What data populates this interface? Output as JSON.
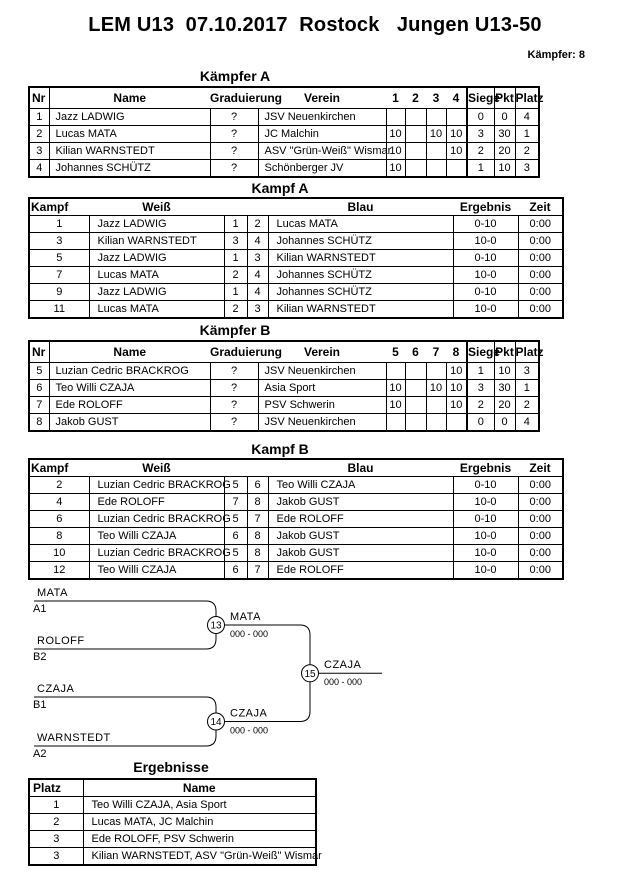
{
  "header": {
    "title": "LEM U13  07.10.2017  Rostock   Jungen U13-50",
    "fighter_count": "Kämpfer: 8"
  },
  "colors": {
    "text": "#000000",
    "lines": "#000000",
    "score_placeholder": "#808080"
  },
  "sections": {
    "kaempfer_a": {
      "title": "Kämpfer A",
      "headers": [
        "Nr",
        "Name",
        "Graduierung",
        "Verein",
        "1",
        "2",
        "3",
        "4",
        "Siege",
        "Pkt",
        "Platz"
      ],
      "rows": [
        [
          "1",
          "Jazz LADWIG",
          "?",
          "JSV Neuenkirchen",
          "",
          "",
          "",
          "",
          "0",
          "0",
          "4"
        ],
        [
          "2",
          "Lucas MATA",
          "?",
          "JC Malchin",
          "10",
          "",
          "10",
          "10",
          "3",
          "30",
          "1"
        ],
        [
          "3",
          "Kilian WARNSTEDT",
          "?",
          "ASV \"Grün-Weiß\" Wismar",
          "10",
          "",
          "",
          "10",
          "2",
          "20",
          "2"
        ],
        [
          "4",
          "Johannes SCHÜTZ",
          "?",
          "Schönberger JV",
          "10",
          "",
          "",
          "",
          "1",
          "10",
          "3"
        ]
      ]
    },
    "kampf_a": {
      "title": "Kampf A",
      "headers": [
        "Kampf",
        "Weiß",
        "",
        "",
        "Blau",
        "Ergebnis",
        "Zeit"
      ],
      "rows": [
        [
          "1",
          "Jazz LADWIG",
          "1",
          "2",
          "Lucas MATA",
          "0-10",
          "0:00"
        ],
        [
          "3",
          "Kilian WARNSTEDT",
          "3",
          "4",
          "Johannes SCHÜTZ",
          "10-0",
          "0:00"
        ],
        [
          "5",
          "Jazz LADWIG",
          "1",
          "3",
          "Kilian WARNSTEDT",
          "0-10",
          "0:00"
        ],
        [
          "7",
          "Lucas MATA",
          "2",
          "4",
          "Johannes SCHÜTZ",
          "10-0",
          "0:00"
        ],
        [
          "9",
          "Jazz LADWIG",
          "1",
          "4",
          "Johannes SCHÜTZ",
          "0-10",
          "0:00"
        ],
        [
          "11",
          "Lucas MATA",
          "2",
          "3",
          "Kilian WARNSTEDT",
          "10-0",
          "0:00"
        ]
      ]
    },
    "kaempfer_b": {
      "title": "Kämpfer B",
      "headers": [
        "Nr",
        "Name",
        "Graduierung",
        "Verein",
        "5",
        "6",
        "7",
        "8",
        "Siege",
        "Pkt",
        "Platz"
      ],
      "rows": [
        [
          "5",
          "Luzian Cedric BRACKROG",
          "?",
          "JSV Neuenkirchen",
          "",
          "",
          "",
          "10",
          "1",
          "10",
          "3"
        ],
        [
          "6",
          "Teo Willi CZAJA",
          "?",
          "Asia Sport",
          "10",
          "",
          "10",
          "10",
          "3",
          "30",
          "1"
        ],
        [
          "7",
          "Ede ROLOFF",
          "?",
          "PSV Schwerin",
          "10",
          "",
          "",
          "10",
          "2",
          "20",
          "2"
        ],
        [
          "8",
          "Jakob GUST",
          "?",
          "JSV Neuenkirchen",
          "",
          "",
          "",
          "",
          "0",
          "0",
          "4"
        ]
      ]
    },
    "kampf_b": {
      "title": "Kampf B",
      "headers": [
        "Kampf",
        "Weiß",
        "",
        "",
        "Blau",
        "Ergebnis",
        "Zeit"
      ],
      "rows": [
        [
          "2",
          "Luzian Cedric BRACKROG",
          "5",
          "6",
          "Teo Willi CZAJA",
          "0-10",
          "0:00"
        ],
        [
          "4",
          "Ede ROLOFF",
          "7",
          "8",
          "Jakob GUST",
          "10-0",
          "0:00"
        ],
        [
          "6",
          "Luzian Cedric BRACKROG",
          "5",
          "7",
          "Ede ROLOFF",
          "0-10",
          "0:00"
        ],
        [
          "8",
          "Teo Willi CZAJA",
          "6",
          "8",
          "Jakob GUST",
          "10-0",
          "0:00"
        ],
        [
          "10",
          "Luzian Cedric BRACKROG",
          "5",
          "8",
          "Jakob GUST",
          "10-0",
          "0:00"
        ],
        [
          "12",
          "Teo Willi CZAJA",
          "6",
          "7",
          "Ede ROLOFF",
          "10-0",
          "0:00"
        ]
      ]
    },
    "bracket": {
      "seeds": [
        {
          "name": "MATA",
          "code": "A1"
        },
        {
          "name": "ROLOFF",
          "code": "B2"
        },
        {
          "name": "CZAJA",
          "code": "B1"
        },
        {
          "name": "WARNSTEDT",
          "code": "A2"
        }
      ],
      "matches": [
        {
          "number": "13",
          "winner": "MATA",
          "score": "000 - 000"
        },
        {
          "number": "14",
          "winner": "CZAJA",
          "score": "000 - 000"
        },
        {
          "number": "15",
          "winner": "CZAJA",
          "score": "000 - 000"
        }
      ]
    },
    "ergebnisse": {
      "title": "Ergebnisse",
      "headers": [
        "Platz",
        "Name"
      ],
      "rows": [
        [
          "1",
          "Teo Willi CZAJA, Asia Sport"
        ],
        [
          "2",
          "Lucas MATA, JC Malchin"
        ],
        [
          "3",
          "Ede ROLOFF, PSV Schwerin"
        ],
        [
          "3",
          "Kilian WARNSTEDT, ASV \"Grün-Weiß\" Wismar"
        ]
      ]
    }
  }
}
